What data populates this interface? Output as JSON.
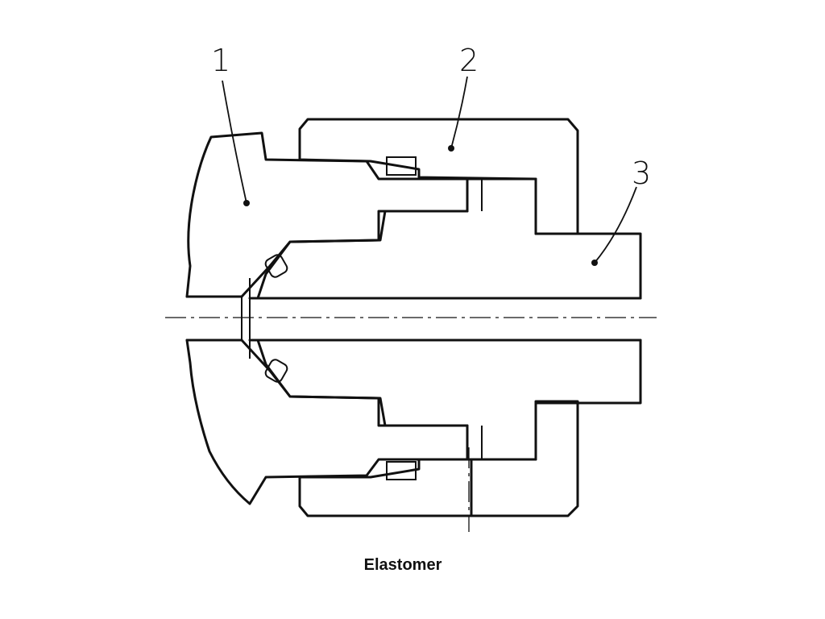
{
  "diagram": {
    "part_labels": [
      "1",
      "2",
      "3"
    ],
    "caption": "Elastomer"
  },
  "colors": {
    "line": "#111111",
    "background": "#ffffff"
  }
}
